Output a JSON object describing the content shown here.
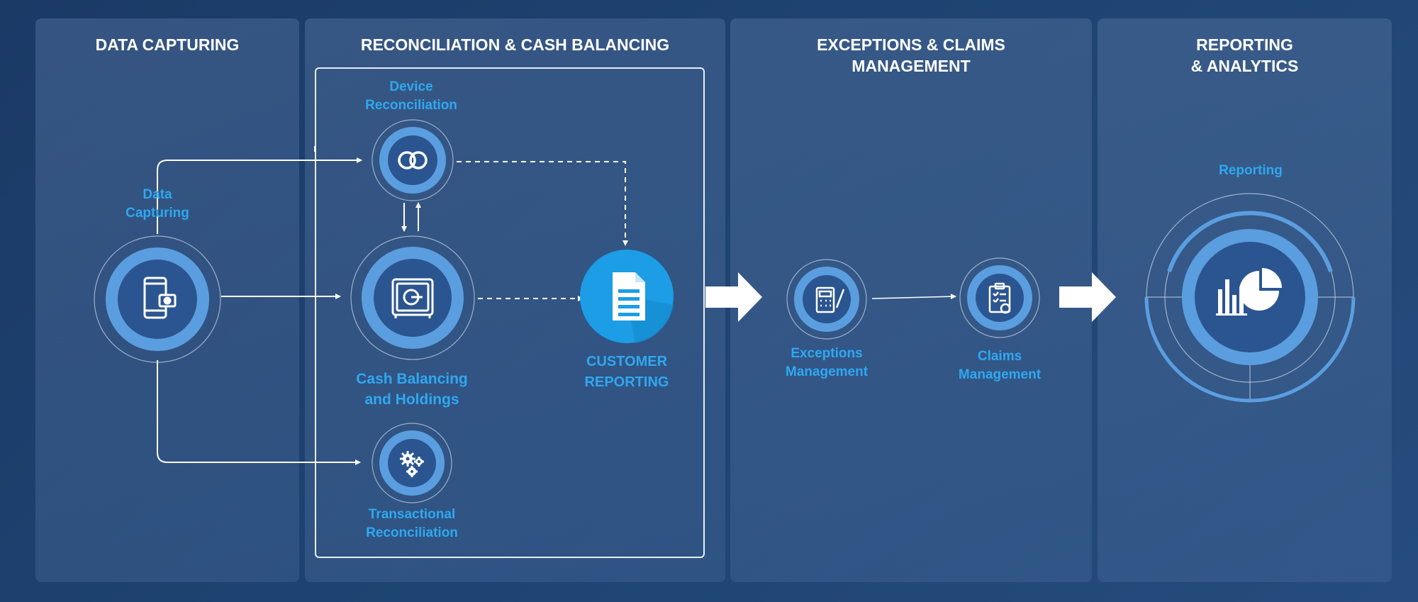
{
  "panels": [
    {
      "title": "DATA CAPTURING"
    },
    {
      "title": "RECONCILIATION & CASH BALANCING"
    },
    {
      "title": "EXCEPTIONS & CLAIMS\nMANAGEMENT"
    },
    {
      "title": "REPORTING\n& ANALYTICS"
    }
  ],
  "nodes": {
    "data_capturing": {
      "label": "Data\nCapturing",
      "icon": "mobile-camera-icon"
    },
    "device_reconciliation": {
      "label": "Device\nReconciliation",
      "icon": "linked-rings-icon"
    },
    "cash_balancing": {
      "label": "Cash Balancing\nand Holdings",
      "icon": "safe-icon"
    },
    "transactional_reconciliation": {
      "label": "Transactional\nReconciliation",
      "icon": "gears-icon"
    },
    "customer_reporting": {
      "label": "CUSTOMER\nREPORTING",
      "icon": "document-icon"
    },
    "exceptions_management": {
      "label": "Exceptions\nManagement",
      "icon": "calculator-pen-icon"
    },
    "claims_management": {
      "label": "Claims\nManagement",
      "icon": "clipboard-icon"
    },
    "reporting": {
      "label": "Reporting",
      "icon": "bar-pie-chart-icon"
    }
  },
  "colors": {
    "background": "#1e4372",
    "accent": "#2fa8f0",
    "ring": "#5b9ee0",
    "icon_fill": "#2b5590"
  }
}
